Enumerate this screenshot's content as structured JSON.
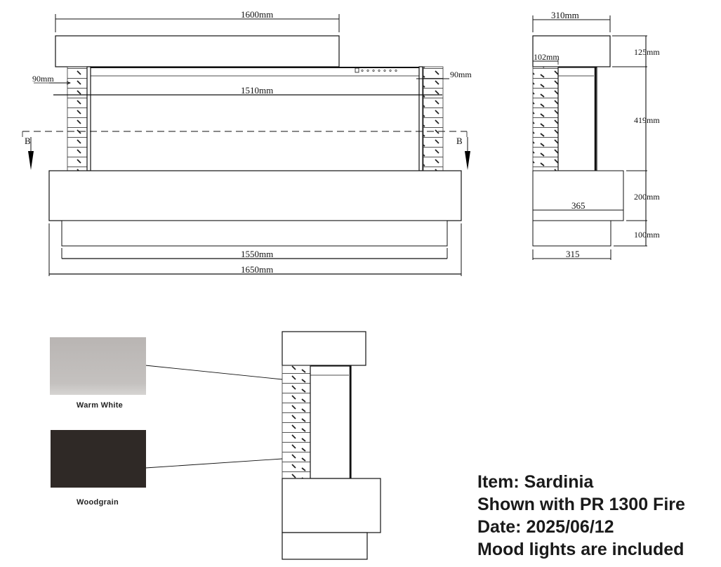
{
  "front_view": {
    "top_width": "1600mm",
    "opening_width": "1510mm",
    "left_pillar": "90mm",
    "right_pillar": "90mm",
    "plinth_width": "1550mm",
    "base_width": "1650mm",
    "section_marker_left": "B",
    "section_marker_right": "B",
    "control_panel_buttons": 7
  },
  "side_view": {
    "top_depth": "310mm",
    "pillar_depth": "102mm",
    "top_height": "125mm",
    "opening_height": "419mm",
    "base_height": "200mm",
    "plinth_height": "100mm",
    "base_depth": "365",
    "plinth_depth": "315"
  },
  "finishes": [
    {
      "label": "Warm White",
      "color": "#bdb9b7"
    },
    {
      "label": "Woodgrain",
      "color": "#2f2926"
    }
  ],
  "info": {
    "item": "Item: Sardinia",
    "shown_with": "Shown with PR 1300 Fire",
    "date": "Date: 2025/06/12",
    "note": "Mood lights are included"
  }
}
